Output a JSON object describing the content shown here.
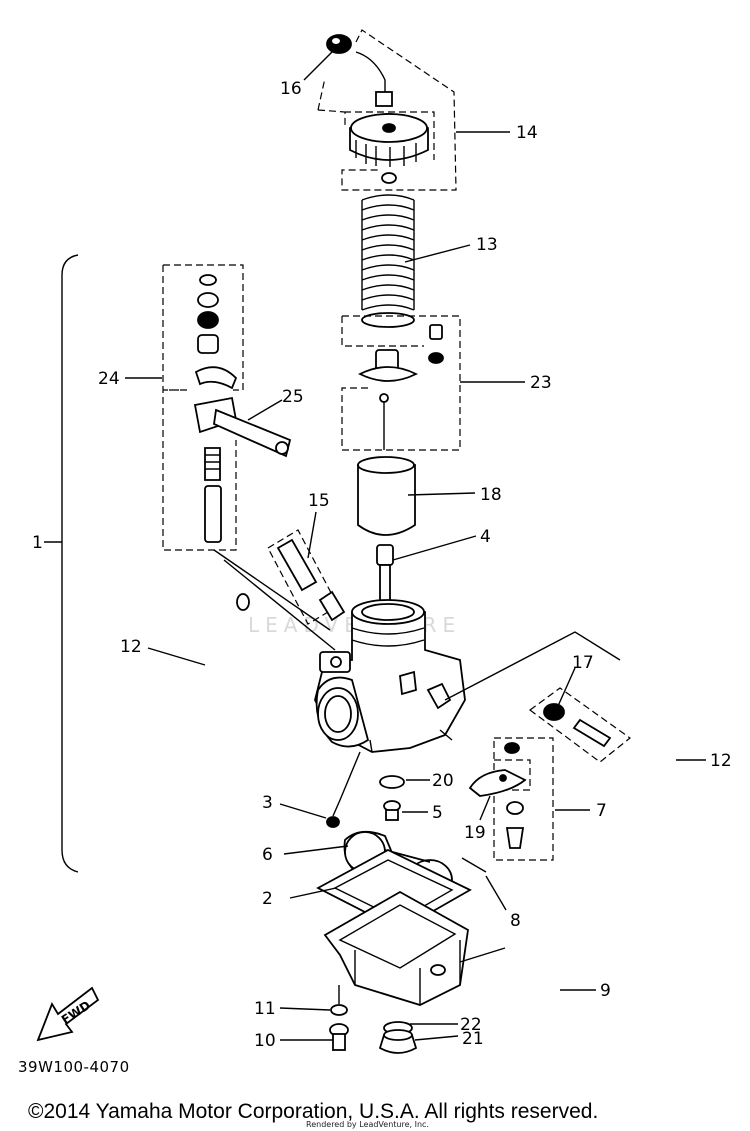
{
  "diagram_code": "39W100-4070",
  "copyright": "©2014 Yamaha Motor Corporation, U.S.A. All rights reserved.",
  "rendered_by": "Rendered by LeadVenture, Inc.",
  "watermark": "LEADVENTURE",
  "fwd_label": "FWD",
  "callouts": {
    "p1": "1",
    "p2": "2",
    "p3": "3",
    "p4": "4",
    "p5": "5",
    "p6": "6",
    "p7": "7",
    "p8": "8",
    "p9": "9",
    "p10": "10",
    "p11": "11",
    "p12a": "12",
    "p12b": "12",
    "p13": "13",
    "p14": "14",
    "p15": "15",
    "p16": "16",
    "p17": "17",
    "p18": "18",
    "p19": "19",
    "p20": "20",
    "p21": "21",
    "p22": "22",
    "p23": "23",
    "p24": "24",
    "p25": "25"
  }
}
